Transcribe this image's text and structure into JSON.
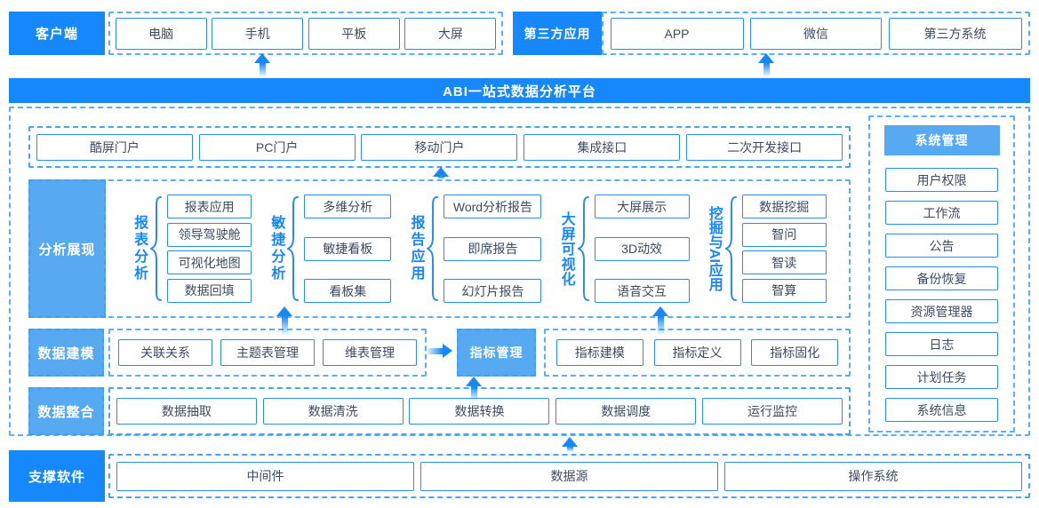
{
  "colors": {
    "primary_blue": "#1788fb",
    "light_blue": "#57a9f2",
    "box_border_blue": "#2a8cf0",
    "dashed_border_blue": "#5fadf8",
    "text_dark": "#3c4a62",
    "group_label_blue": "#1787fb"
  },
  "client": {
    "label": "客户端",
    "items": [
      "电脑",
      "手机",
      "平板",
      "大屏"
    ]
  },
  "third_party": {
    "label": "第三方应用",
    "items": [
      "APP",
      "微信",
      "第三方系统"
    ]
  },
  "banner": {
    "title": "ABI一站式数据分析平台"
  },
  "portal": {
    "items": [
      "酷屏门户",
      "PC门户",
      "移动门户",
      "集成接口",
      "二次开发接口"
    ]
  },
  "analysis": {
    "label": "分析展现",
    "groups": [
      {
        "name": "报表分析",
        "items": [
          "报表应用",
          "领导驾驶舱",
          "可视化地图",
          "数据回填"
        ]
      },
      {
        "name": "敏捷分析",
        "items": [
          "多维分析",
          "敏捷看板",
          "看板集"
        ]
      },
      {
        "name": "报告应用",
        "items": [
          "Word分析报告",
          "即席报告",
          "幻灯片报告"
        ]
      },
      {
        "name": "大屏可视化",
        "items": [
          "大屏展示",
          "3D动效",
          "语音交互"
        ]
      },
      {
        "name": "挖掘与AI应用",
        "items": [
          "数据挖掘",
          "智问",
          "智读",
          "智算"
        ]
      }
    ]
  },
  "modeling": {
    "label": "数据建模",
    "items": [
      "关联关系",
      "主题表管理",
      "维表管理"
    ],
    "metric_label": "指标管理",
    "metric_items": [
      "指标建模",
      "指标定义",
      "指标固化"
    ]
  },
  "integration": {
    "label": "数据整合",
    "items": [
      "数据抽取",
      "数据清洗",
      "数据转换",
      "数据调度",
      "运行监控"
    ]
  },
  "system": {
    "label": "系统管理",
    "items": [
      "用户权限",
      "工作流",
      "公告",
      "备份恢复",
      "资源管理器",
      "日志",
      "计划任务",
      "系统信息"
    ]
  },
  "support": {
    "label": "支撑软件",
    "items": [
      "中间件",
      "数据源",
      "操作系统"
    ]
  },
  "icons": {
    "up_arrow": "gradient up arrow",
    "right_arrow": "gradient right arrow",
    "brace": "left curly brace"
  }
}
